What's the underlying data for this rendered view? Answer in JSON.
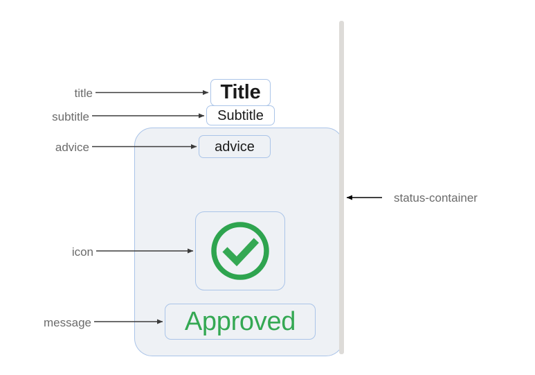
{
  "card": {
    "title": "Title",
    "subtitle": "Subtitle",
    "advice": "advice",
    "message": "Approved",
    "icon": "check-circle-icon",
    "status": "approved"
  },
  "annotations": [
    {
      "key": "title",
      "label": "title"
    },
    {
      "key": "subtitle",
      "label": "subtitle"
    },
    {
      "key": "advice",
      "label": "advice"
    },
    {
      "key": "status-container",
      "label": "status-container"
    },
    {
      "key": "icon",
      "label": "icon"
    },
    {
      "key": "message",
      "label": "message"
    }
  ],
  "colors": {
    "accent_green": "#34a853",
    "highlight_border": "#aac4e8",
    "container_fill": "#eef1f5",
    "container_border": "#a9c3e8",
    "annotation_text": "#6b6b6b",
    "arrow": "#3b3b3b",
    "rail": "#dddbd8",
    "page_background": "#ffffff"
  }
}
